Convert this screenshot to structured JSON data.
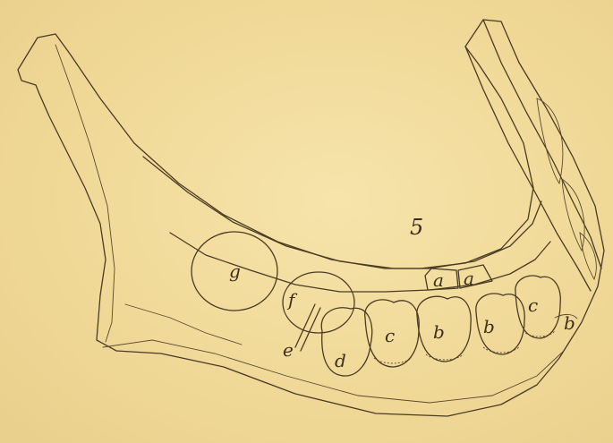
{
  "figure": {
    "labels": {
      "bone": "5",
      "tooth_g": "g",
      "tooth_f": "f",
      "tooth_e": "e",
      "tooth_d": "d",
      "tooth_c1": "c",
      "tooth_b1": "b",
      "tooth_b2": "b",
      "tooth_c2": "c",
      "tooth_b3": "b",
      "crown_a1": "a",
      "crown_a2": "a"
    },
    "colors": {
      "paper": "#f1dc9c",
      "ink": "#4a3b22"
    }
  }
}
